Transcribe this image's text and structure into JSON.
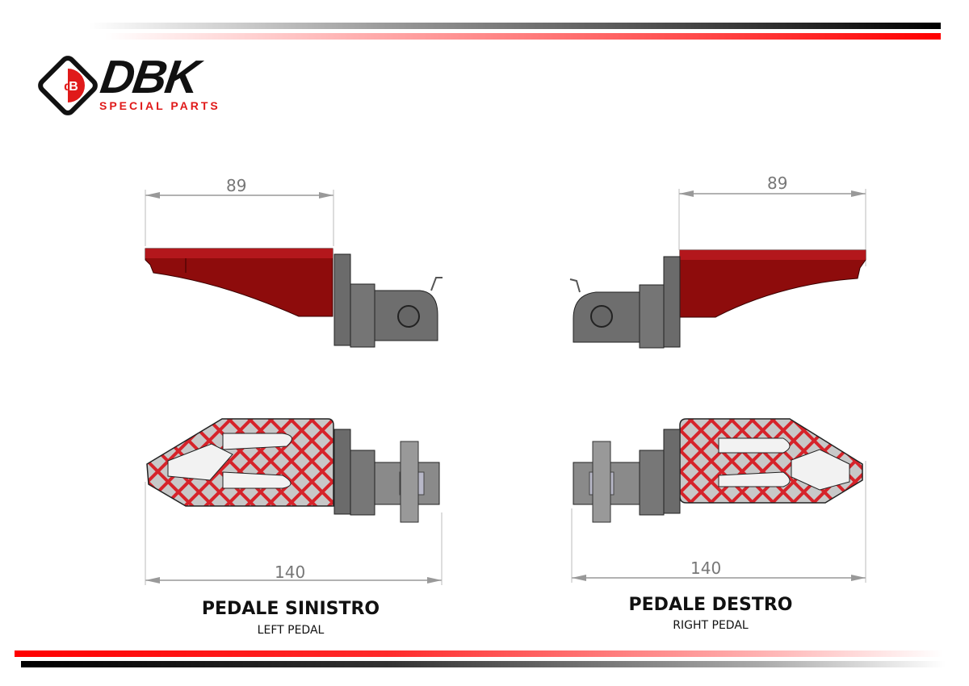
{
  "brand": {
    "name": "DBK",
    "tagline": "SPECIAL PARTS",
    "colors": {
      "red": "#e01a1a",
      "black": "#111111",
      "part_red_side": "#8e0c0c",
      "part_red_top": "#d6232a",
      "metal_grey": "#6e6e6e"
    }
  },
  "left_pedal": {
    "title": "PEDALE SINISTRO",
    "subtitle": "LEFT PEDAL",
    "side_view_dimension": "89",
    "top_view_dimension": "140"
  },
  "right_pedal": {
    "title": "PEDALE DESTRO",
    "subtitle": "RIGHT PEDAL",
    "side_view_dimension": "89",
    "top_view_dimension": "140"
  }
}
